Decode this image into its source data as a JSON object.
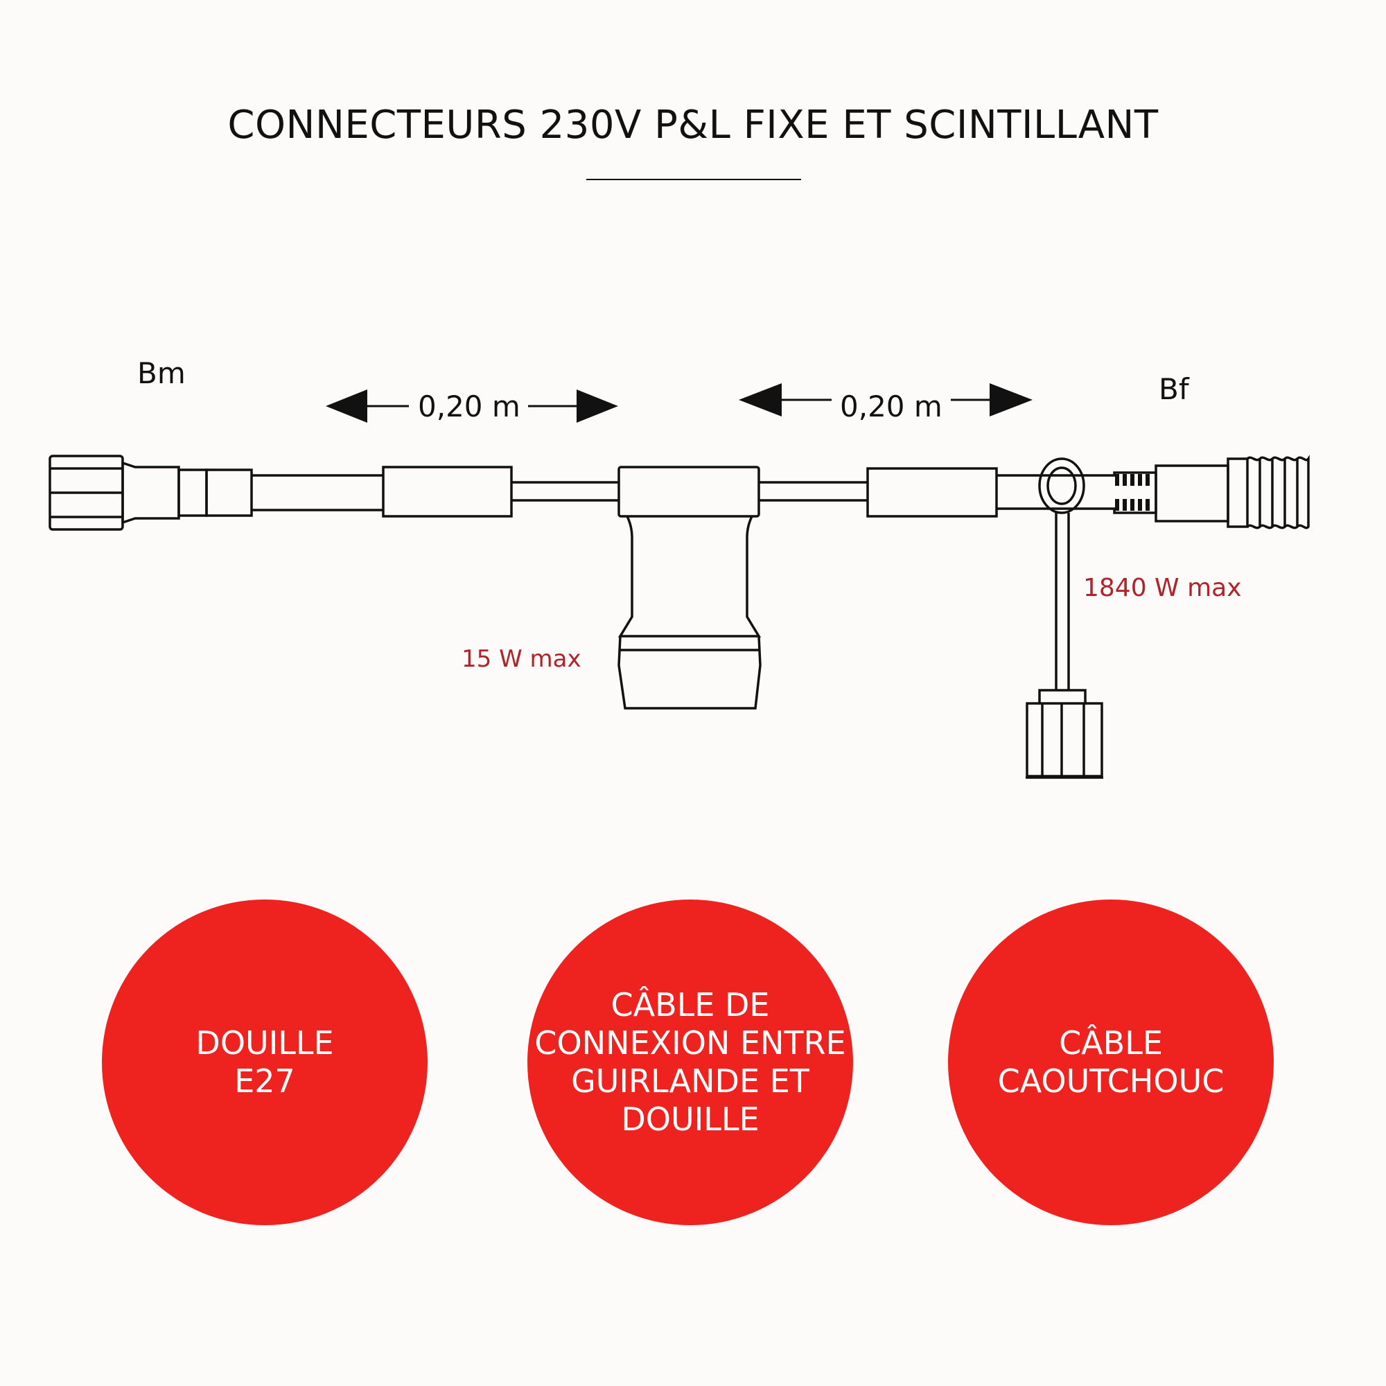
{
  "title": "CONNECTEURS 230V P&L FIXE ET SCINTILLANT",
  "labels": {
    "left_connector": "Bm",
    "right_connector": "Bf",
    "dimension_left": "0,20 m",
    "dimension_right": "0,20 m",
    "socket_power": "15 W max",
    "branch_power": "1840 W max"
  },
  "circles": [
    {
      "text": "DOUILLE\nE27"
    },
    {
      "text": "CÂBLE DE\nCONNEXION ENTRE\nGUIRLANDE ET\nDOUILLE"
    },
    {
      "text": "CÂBLE\nCAOUTCHOUC"
    }
  ],
  "colors": {
    "accent_red": "#ee231f",
    "label_red": "#b0232a",
    "line": "#111111",
    "background": "#fcfbfa"
  }
}
